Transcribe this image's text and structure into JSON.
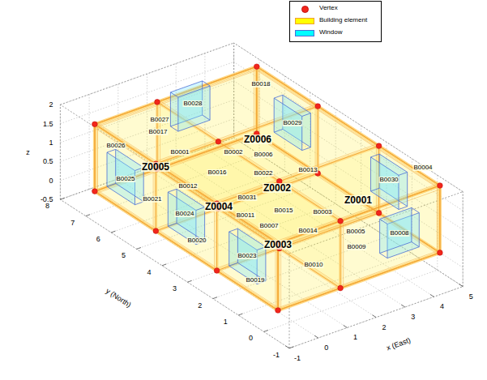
{
  "diagram": {
    "labels": [
      "B0028",
      "B0018",
      "B0029",
      "B0027",
      "B0017",
      "B0026",
      "B0001",
      "B0002",
      "Z0006",
      "B0006",
      "B0004",
      "Z0005",
      "B0016",
      "B0022",
      "B0013",
      "B0025",
      "B0012",
      "Z0002",
      "B0031",
      "B0021",
      "Z0004",
      "B0015",
      "B0003",
      "Z0001",
      "B0030",
      "B0024",
      "B0011",
      "B0007",
      "B0014",
      "B0005",
      "B0008",
      "B0020",
      "Z0003",
      "B0009",
      "B0023",
      "B0010",
      "B0019",
      "2",
      "1.5",
      "1",
      "0.5",
      "0",
      "-0.5",
      "z",
      "8",
      "7",
      "6",
      "5",
      "4",
      "3",
      "2",
      "1",
      "0",
      "-1",
      "y (North)",
      "-1",
      "0",
      "1",
      "2",
      "3",
      "4",
      "5",
      "x (East)"
    ],
    "legend": [
      {
        "text": "Vertex"
      },
      {
        "text": "Building element",
        "color": "#ffff00"
      },
      {
        "text": "Window",
        "color": "#00ffff"
      }
    ]
  }
}
